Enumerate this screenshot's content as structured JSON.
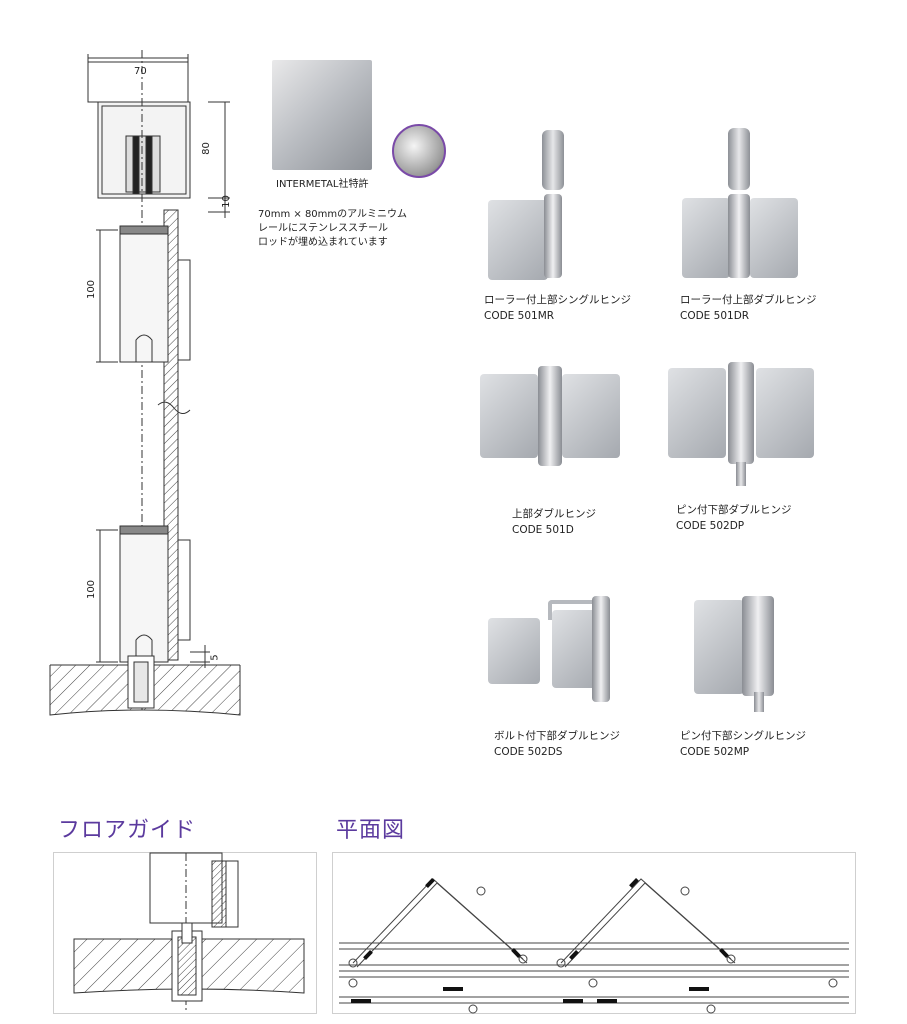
{
  "section_diagram": {
    "dim_top": "70",
    "dim_rail_height": "80",
    "dim_gap": "10",
    "dim_roller_upper": "100",
    "dim_roller_lower": "100",
    "dim_bottom_gap": "5"
  },
  "rail_photo": {
    "caption": "INTERMETAL社特許",
    "description_lines": [
      "70mm × 80mmのアルミニウム",
      "レールにステンレススチール",
      "ロッドが埋め込まれています"
    ]
  },
  "hinges": [
    {
      "name": "ローラー付上部シングルヒンジ",
      "code": "CODE 501MR"
    },
    {
      "name": "ローラー付上部ダブルヒンジ",
      "code": "CODE 501DR"
    },
    {
      "name": "上部ダブルヒンジ",
      "code": "CODE 501D"
    },
    {
      "name": "ピン付下部ダブルヒンジ",
      "code": "CODE 502DP"
    },
    {
      "name": "ボルト付下部ダブルヒンジ",
      "code": "CODE 502DS"
    },
    {
      "name": "ピン付下部シングルヒンジ",
      "code": "CODE 502MP"
    }
  ],
  "floor_guide": {
    "title": "フロアガイド"
  },
  "plan_view": {
    "title": "平面図"
  }
}
